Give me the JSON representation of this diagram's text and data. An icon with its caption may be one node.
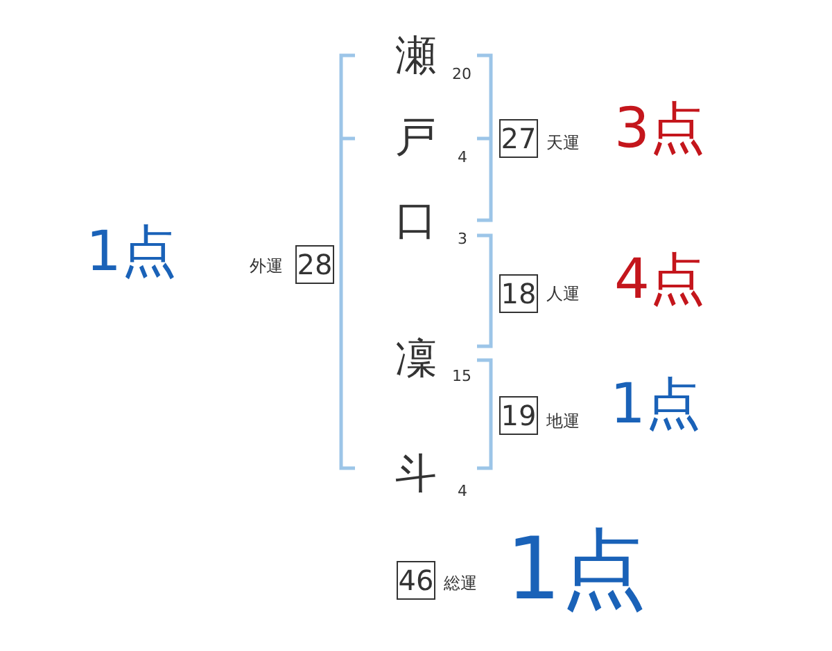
{
  "diagram": {
    "nodes": [
      {
        "text": [
          "27"
        ],
        "beside": [
          "天運",
          "3点"
        ]
      },
      {
        "text": [
          "28"
        ],
        "beside": [
          "外運",
          "1点"
        ]
      },
      {
        "text": [
          "18"
        ],
        "beside": [
          "人運",
          "4点"
        ]
      },
      {
        "text": [
          "19"
        ],
        "beside": [
          "地運",
          "1点"
        ]
      },
      {
        "text": [
          "46"
        ],
        "beside": [
          "総運",
          "1点"
        ]
      }
    ],
    "labels": [
      "瀬",
      "20",
      "戸",
      "4",
      "口",
      "3",
      "凜",
      "15",
      "斗",
      "4"
    ]
  }
}
